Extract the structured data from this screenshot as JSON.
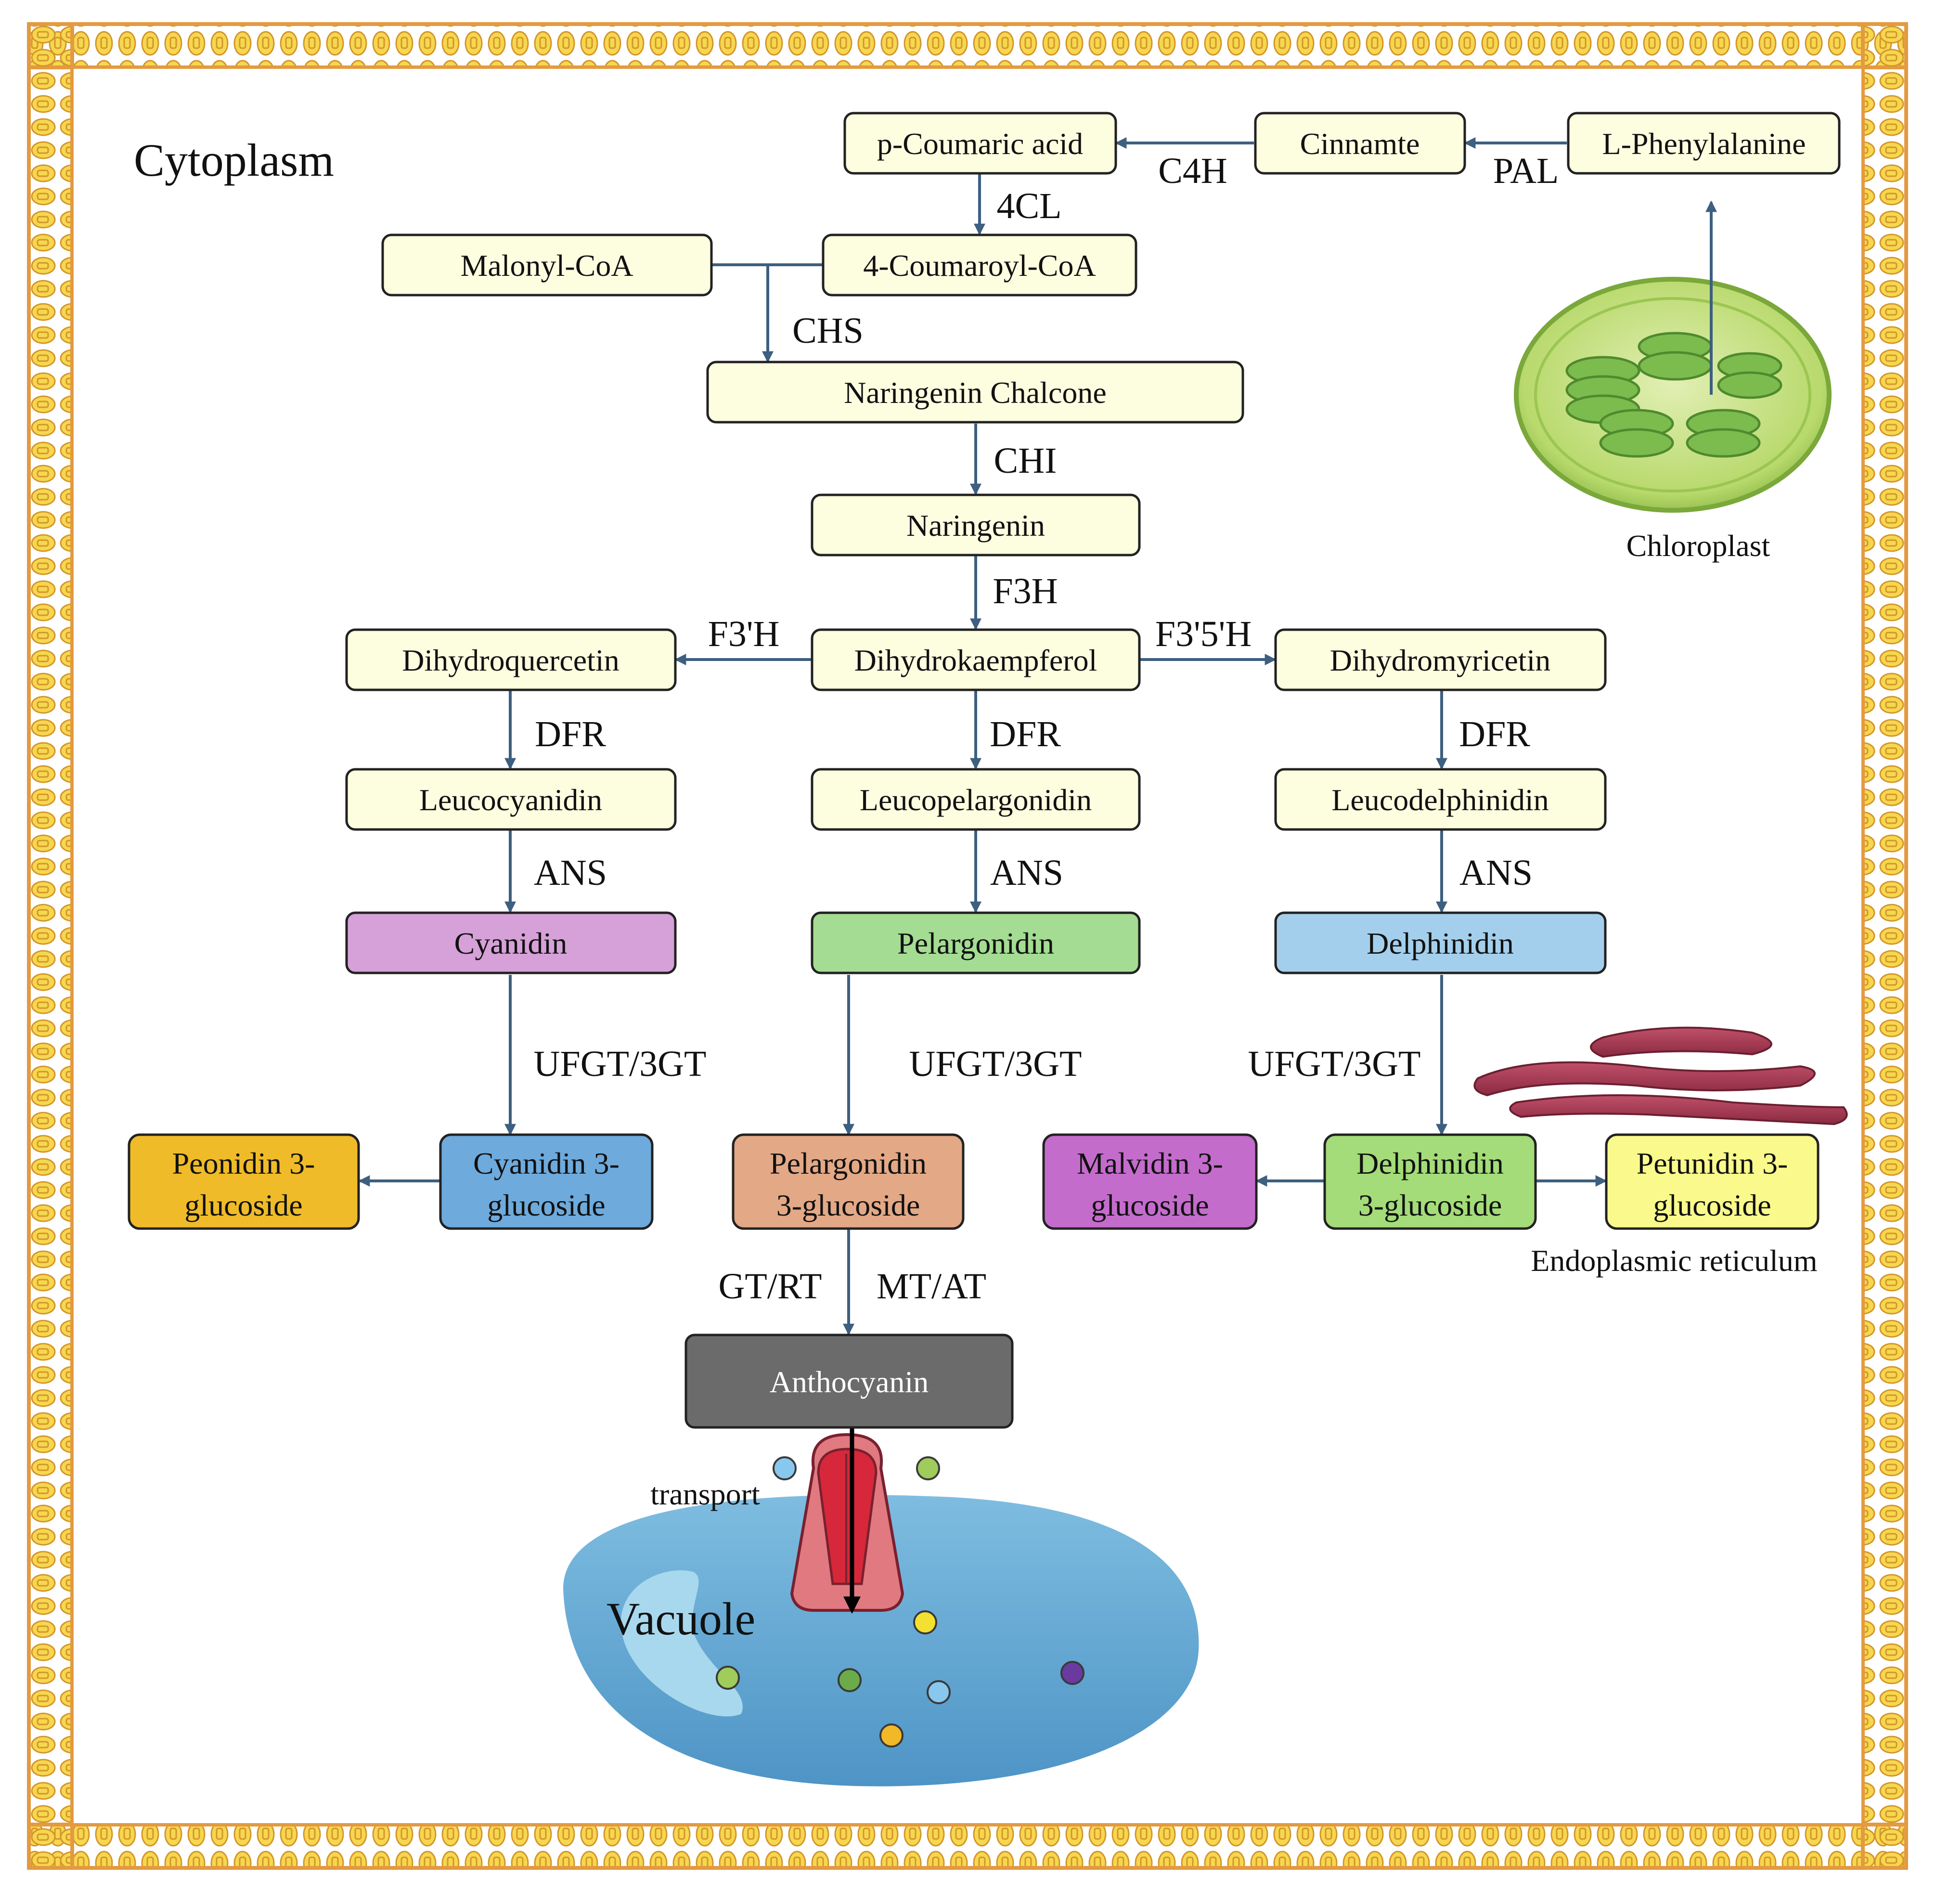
{
  "labels": {
    "cytoplasm": "Cytoplasm",
    "chloroplast": "Chloroplast",
    "er": "Endoplasmic reticulum",
    "vacuole": "Vacuole",
    "transport": "transport"
  },
  "nodes": {
    "p_coumaric": "p-Coumaric acid",
    "cinnamte": "Cinnamte",
    "phenylalanine": "L-Phenylalanine",
    "malonyl": "Malonyl-CoA",
    "coumaroyl": "4-Coumaroyl-CoA",
    "chalcone": "Naringenin Chalcone",
    "naringenin": "Naringenin",
    "dihydrokaempferol": "Dihydrokaempferol",
    "dihydroquercetin": "Dihydroquercetin",
    "dihydromyricetin": "Dihydromyricetin",
    "leucocyanidin": "Leucocyanidin",
    "leucopelargonidin": "Leucopelargonidin",
    "leucodelphinidin": "Leucodelphinidin",
    "cyanidin": "Cyanidin",
    "pelargonidin": "Pelargonidin",
    "delphinidin": "Delphinidin",
    "peonidin3g": [
      "Peonidin 3-",
      "glucoside"
    ],
    "cyanidin3g": [
      "Cyanidin 3-",
      "glucoside"
    ],
    "pelargonidin3g": [
      "Pelargonidin",
      "3-glucoside"
    ],
    "malvidin3g": [
      "Malvidin 3-",
      "glucoside"
    ],
    "delphinidin3g": [
      "Delphinidin",
      "3-glucoside"
    ],
    "petunidin3g": [
      "Petunidin 3-",
      "glucoside"
    ],
    "anthocyanin": "Anthocyanin"
  },
  "enzymes": {
    "c4h": "C4H",
    "pal": "PAL",
    "fourcl": "4CL",
    "chs": "CHS",
    "chi": "CHI",
    "f3h": "F3H",
    "f3ph": "F3'H",
    "f35h": "F3'5'H",
    "dfr": "DFR",
    "ans": "ANS",
    "ufgt": "UFGT/3GT",
    "gtrt": "GT/RT",
    "mtat": "MT/AT"
  },
  "colors": {
    "node_fill": "#fdfde0",
    "cyanidin": "#d6a0d8",
    "pelargonidin": "#a3dc92",
    "delphinidin": "#a4cfec",
    "peonidin3g": "#efbb28",
    "cyanidin3g": "#6eaadc",
    "pelargonidin3g": "#e3a886",
    "malvidin3g": "#c46ccc",
    "delphinidin3g": "#a3dc78",
    "petunidin3g": "#fafa8c",
    "anthocyanin": "#6b6b6b",
    "arrow": "#3d5f80",
    "membrane": "#e39a40"
  }
}
